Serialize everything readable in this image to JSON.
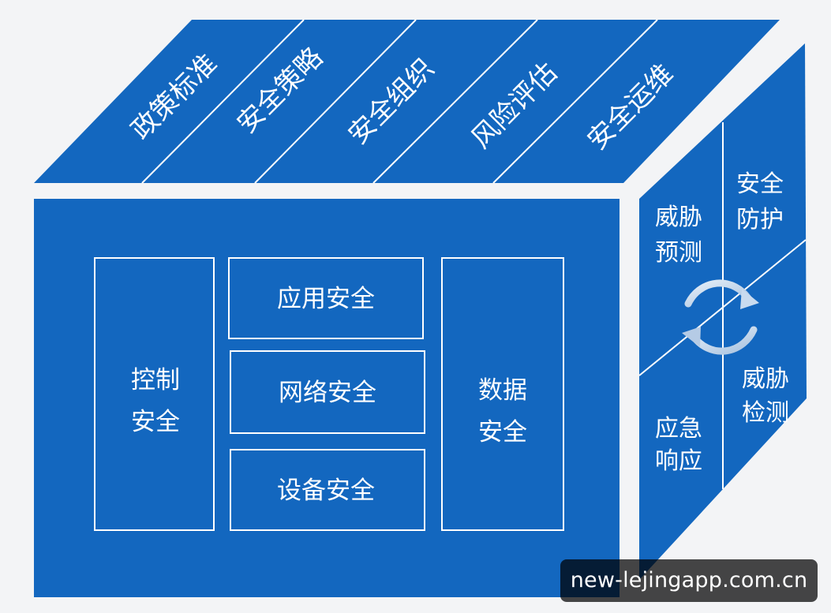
{
  "top_face": {
    "labels": [
      "政策标准",
      "安全策略",
      "安全组织",
      "风险评估",
      "安全运维"
    ]
  },
  "front_face": {
    "control": [
      "控制",
      "安全"
    ],
    "application": "应用安全",
    "network": "网络安全",
    "device": "设备安全",
    "data": [
      "数据",
      "安全"
    ]
  },
  "side_face": {
    "threat_prediction": [
      "威胁",
      "预测"
    ],
    "security_protection": [
      "安全",
      "防护"
    ],
    "threat_detection": [
      "威胁",
      "检测"
    ],
    "emergency_response": [
      "应急",
      "响应"
    ],
    "cycle_icon": "cycle-arrows-icon"
  },
  "watermark": {
    "text": "new-lejingapp.com.cn"
  },
  "colors": {
    "face": "#1367bf",
    "line": "#ffffff",
    "background": "#f3f4f6",
    "arrow": "#c5d8ee"
  }
}
